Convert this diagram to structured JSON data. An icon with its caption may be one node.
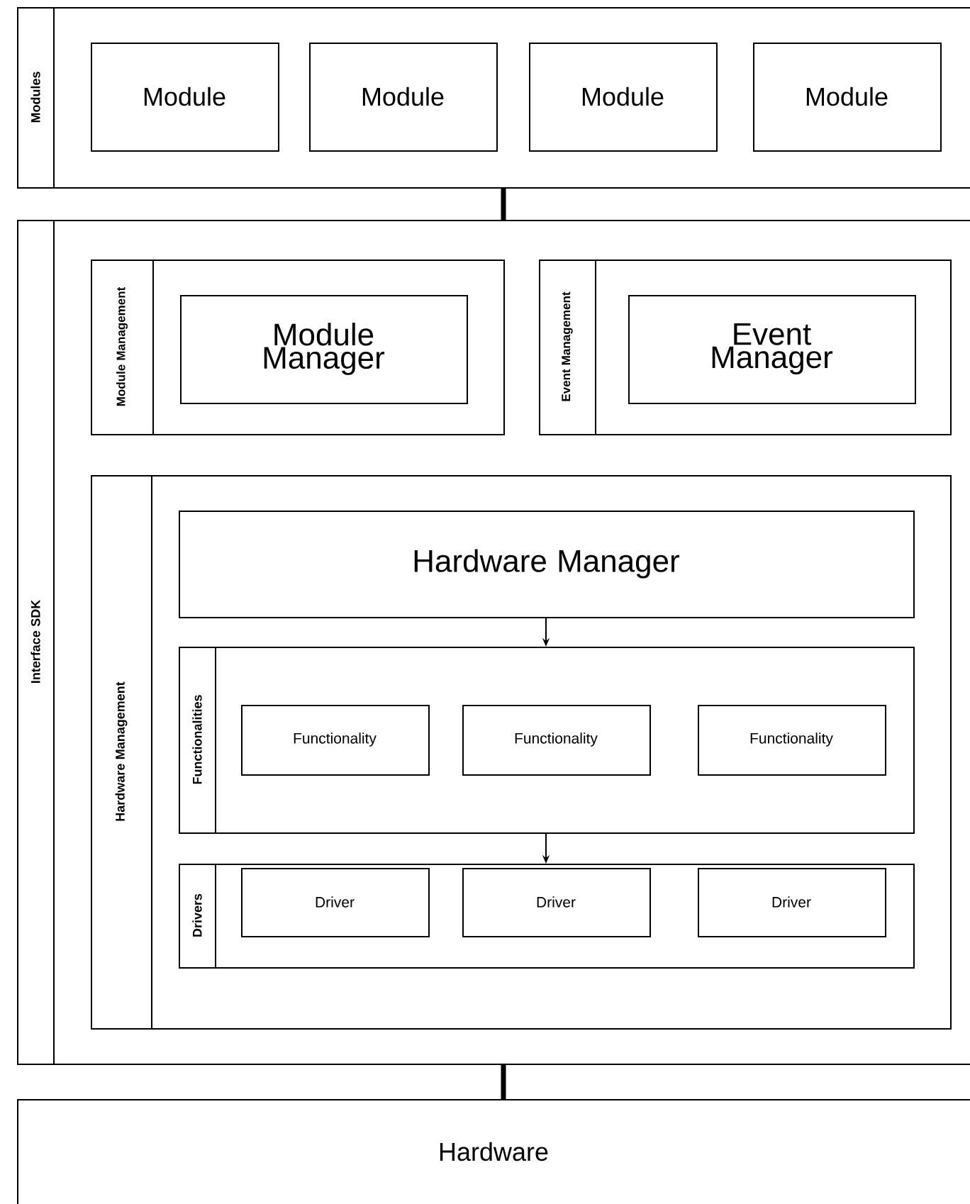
{
  "diagram": {
    "nodes": [
      {
        "text": [
          "Modules"
        ]
      },
      {
        "text": [
          "Module"
        ],
        "in": 0
      },
      {
        "text": [
          "Module"
        ],
        "in": 0
      },
      {
        "text": [
          "Module"
        ],
        "in": 0
      },
      {
        "text": [
          "Module"
        ],
        "in": 0
      },
      {
        "text": [
          "Interface SDK"
        ]
      },
      {
        "text": [
          "Module Management"
        ],
        "in": 5
      },
      {
        "text": [
          "Module Manager"
        ],
        "in": 6
      },
      {
        "text": [
          "Event Management"
        ],
        "in": 5
      },
      {
        "text": [
          "Event Manager"
        ],
        "in": 8
      },
      {
        "text": [
          "Hardware Management"
        ],
        "in": 5
      },
      {
        "text": [
          "Hardware Manager"
        ],
        "in": 10
      },
      {
        "text": [
          "Functionalities"
        ],
        "in": 10
      },
      {
        "text": [
          "Functionality"
        ],
        "in": 12
      },
      {
        "text": [
          "Functionality"
        ],
        "in": 12
      },
      {
        "text": [
          "Functionality"
        ],
        "in": 12
      },
      {
        "text": [
          "Drivers"
        ],
        "in": 10
      },
      {
        "text": [
          "Driver"
        ],
        "in": 16
      },
      {
        "text": [
          "Driver"
        ],
        "in": 16
      },
      {
        "text": [
          "Driver"
        ],
        "in": 16
      },
      {
        "text": [
          "Hardware"
        ]
      }
    ],
    "edges": [
      {
        "from": 0,
        "to": 5,
        "arrow": "none",
        "style": "thick"
      },
      {
        "from": 5,
        "to": 20,
        "arrow": "none",
        "style": "thick"
      },
      {
        "from": 11,
        "to": 12,
        "arrow": "to"
      },
      {
        "from": 12,
        "to": 16,
        "arrow": "to"
      }
    ]
  }
}
